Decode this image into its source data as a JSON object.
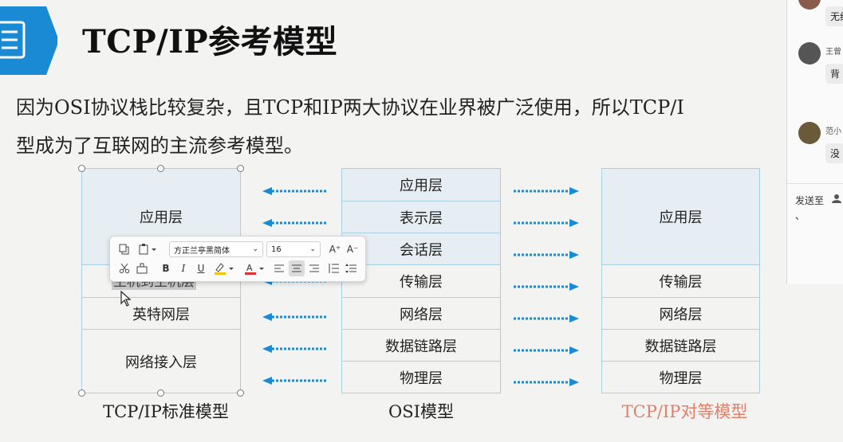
{
  "slide": {
    "title": "TCP/IP参考模型",
    "body_line1": "因为OSI协议栈比较复杂，且TCP和IP两大协议在业界被广泛使用，所以TCP/I",
    "body_line2": "型成为了互联网的主流参考模型。"
  },
  "diagram": {
    "tcpip_standard": {
      "label": "TCP/IP标准模型",
      "layers": [
        "应用层",
        "主机到主机层",
        "英特网层",
        "网络接入层"
      ]
    },
    "osi": {
      "label": "OSI模型",
      "layers": [
        "应用层",
        "表示层",
        "会话层",
        "传输层",
        "网络层",
        "数据链路层",
        "物理层"
      ]
    },
    "tcpip_peer": {
      "label": "TCP/IP对等模型",
      "layers": [
        "应用层",
        "传输层",
        "网络层",
        "数据链路层",
        "物理层"
      ]
    },
    "colors": {
      "border": "#a9cfe3",
      "shade": "#e6eef3",
      "arrow": "#1a8ad4",
      "accent_label": "#e2806a"
    }
  },
  "toolbar": {
    "font_name": "方正兰亭黑简体",
    "font_size": "16",
    "buttons": {
      "copy": "copy-icon",
      "paste": "paste-icon",
      "grow": "A⁺",
      "shrink": "A⁻",
      "cut": "cut-icon",
      "format_painter": "format-painter-icon",
      "bold": "B",
      "italic": "I",
      "underline": "U",
      "highlight": "highlight-icon",
      "font_color": "A",
      "align_left": "align-left-icon",
      "align_center": "align-center-icon",
      "align_right": "align-right-icon",
      "line_spacing": "line-spacing-icon",
      "para_spacing": "paragraph-spacing-icon"
    }
  },
  "chat": {
    "messages": [
      {
        "name": "",
        "text": "无线"
      },
      {
        "name": "王曾",
        "text": "背"
      },
      {
        "name": "范小",
        "text": "没"
      }
    ],
    "send_to_label": "发送至",
    "extra": "、"
  }
}
